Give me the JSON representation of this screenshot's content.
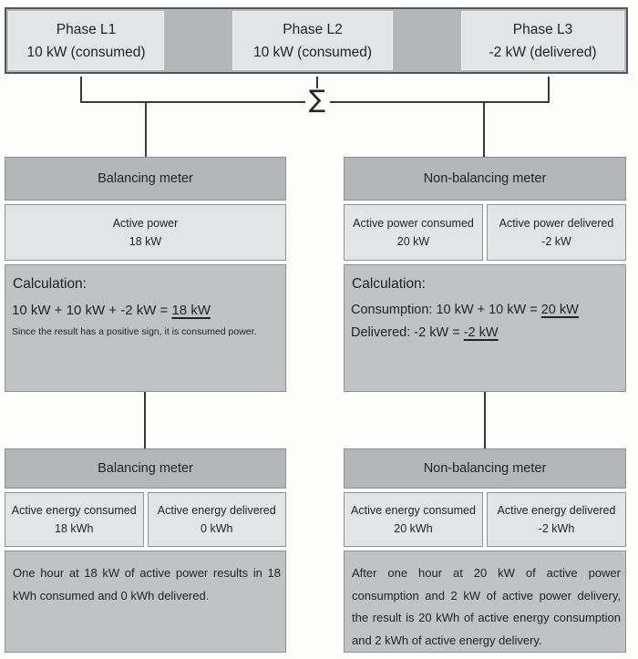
{
  "phases": {
    "items": [
      {
        "title": "Phase L1",
        "value": "10 kW (consumed)"
      },
      {
        "title": "Phase L2",
        "value": "10 kW (consumed)"
      },
      {
        "title": "Phase L3",
        "value": "-2 kW (delivered)"
      }
    ],
    "sum_symbol": "∑"
  },
  "power_row": {
    "balancing": {
      "title": "Balancing meter",
      "cells": [
        {
          "label": "Active power",
          "value": "18 kW"
        }
      ],
      "calc_heading": "Calculation:",
      "equations": [
        {
          "lhs": "10 kW + 10 kW + -2 kW = ",
          "result": "18 kW"
        }
      ],
      "note": "Since the result has a positive sign, it is consumed power."
    },
    "non_balancing": {
      "title": "Non-balancing meter",
      "cells": [
        {
          "label": "Active power consumed",
          "value": "20 kW"
        },
        {
          "label": "Active power delivered",
          "value": "-2 kW"
        }
      ],
      "calc_heading": "Calculation:",
      "equations": [
        {
          "lhs": "Consumption: 10 kW + 10 kW = ",
          "result": "20 kW"
        },
        {
          "lhs": "Delivered: -2 kW = ",
          "result": "-2 kW"
        }
      ]
    }
  },
  "energy_row": {
    "balancing": {
      "title": "Balancing meter",
      "cells": [
        {
          "label": "Active energy consumed",
          "value": "18 kWh"
        },
        {
          "label": "Active energy delivered",
          "value": "0 kWh"
        }
      ],
      "description": "One hour at 18 kW of active power results in 18 kWh consumed and 0 kWh delivered."
    },
    "non_balancing": {
      "title": "Non-balancing meter",
      "cells": [
        {
          "label": "Active energy consumed",
          "value": "20 kWh"
        },
        {
          "label": "Active energy delivered",
          "value": "-2 kWh"
        }
      ],
      "description": "After one hour at 20 kW of active power consumption and 2 kW of active power delivery, the result is 20 kWh of active energy consumption and 2 kWh of active energy delivery."
    }
  },
  "colors": {
    "header_gray": "#b5b6ba",
    "cell_gray": "#e3e4e6",
    "body_gray": "#c1c2c4",
    "border_gray": "#8f9094",
    "line_dark": "#38393b"
  }
}
